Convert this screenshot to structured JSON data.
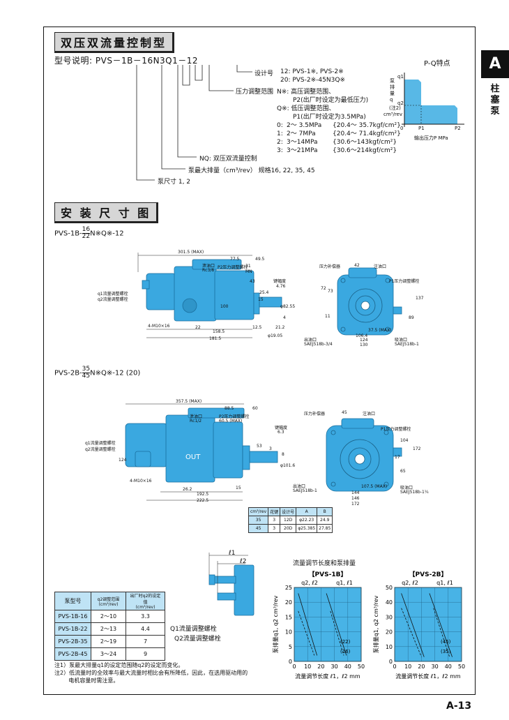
{
  "page": {
    "side_tab": "A",
    "side_label": "柱塞泵",
    "page_number": "A-13"
  },
  "section1": {
    "title": "双压双流量控制型",
    "model_prefix": "型号说明",
    "model_code": "PVS－1B－16N3Q1－12",
    "design_no_label": "设计号",
    "design_no_12": "12:  PVS-1※, PVS-2※",
    "design_no_20": "20:  PVS-2※-45N3Q※",
    "pressure_range_label": "压力调整范围",
    "n_line1": "N※:  高压调整范围、",
    "n_line2": "P2(出厂时设定为最低压力)",
    "q_line1": "Q※:  低压调整范围、",
    "q_line2": "P1(出厂时设定为3.5MPa)",
    "ranges": [
      {
        "code": "0:",
        "mpa": "2～  3.5MPa",
        "kgf": "{20.4～  35.7kgf/cm²}"
      },
      {
        "code": "1:",
        "mpa": "2～  7MPa",
        "kgf": "{20.4～  71.4kgf/cm²}"
      },
      {
        "code": "2:",
        "mpa": "3～14MPa",
        "kgf": "{30.6～143kgf/cm²}"
      },
      {
        "code": "3:",
        "mpa": "3～21MPa",
        "kgf": "{30.6～214kgf/cm²}"
      }
    ],
    "nq_label": "NQ:  双压双流量控制",
    "displacement_label": "泵最大排量（cm³/rev）  规格16, 22, 35, 45",
    "size_label": "泵尺寸    1, 2"
  },
  "pq_chart": {
    "title": "P-Q特点",
    "ylabel_lines": [
      "泵",
      "排",
      "量",
      "q"
    ],
    "y_note": "(注2)",
    "y_unit": "cm³/rev",
    "q1": "q1",
    "q2": "q2",
    "x0": "0",
    "p1": "P1",
    "p2": "P2",
    "xlabel": "输出压力P MPa"
  },
  "section2": {
    "title": "安 装 尺 寸 图"
  },
  "drawing1": {
    "model": "PVS-1B-",
    "frac_top": "16",
    "frac_bot": "22",
    "suffix": "N※Q※-12",
    "dims": [
      "301.5 (MAX)",
      "77.5",
      "49.5",
      "泄油口",
      "Rc3/8",
      "P2压力调整螺栓",
      "31",
      "MN",
      "43",
      "键幅度",
      "4.76",
      "25.4",
      "15",
      "100",
      "q1流量调整螺栓",
      "q2流量调整螺栓",
      "4-M10×16",
      "22",
      "158.5",
      "12.5",
      "181.5",
      "φ19.05",
      "21.2",
      "4",
      "φ82.55"
    ],
    "front_dims": [
      "压力补偿器",
      "42",
      "注油口",
      "P1压力调整螺栓",
      "72",
      "73",
      "137",
      "11",
      "89",
      "37.5 (MAX)",
      "106.4",
      "124",
      "130",
      "出油口",
      "SAEJ518b-3/4",
      "吸油口",
      "SAEJ518b-1"
    ]
  },
  "drawing2": {
    "model": "PVS-2B-",
    "frac_top": "35",
    "frac_bot": "45",
    "suffix": "N※Q※-12 (20)",
    "dims": [
      "357.5 (MAX)",
      "88.5",
      "60",
      "泄油口",
      "Rc1/2",
      "P2压力调整螺栓",
      "60.5 (MAX)",
      "键幅度",
      "6.3",
      "53",
      "3",
      "q1流量调整螺栓",
      "q2流量调整螺栓",
      "124",
      "4-M10×16",
      "26.2",
      "15",
      "192.5",
      "222.5",
      "φ101.6",
      "8"
    ],
    "front_dims": [
      "压力补偿器",
      "45",
      "注油口",
      "P1压力调整螺栓",
      "104",
      "172",
      "17",
      "65",
      "107.5 (MAX)",
      "144",
      "146",
      "172",
      "出油口",
      "SAEJ518b-1",
      "吸油口",
      "SAEJ518b-1¼"
    ],
    "out_label": "OUT"
  },
  "spline_table": {
    "headers": [
      "cm³/rev",
      "花键",
      "设计号",
      "A",
      "B"
    ],
    "rows": [
      [
        "35",
        "3",
        "12D",
        "φ22.23",
        "24.9"
      ],
      [
        "45",
        "3",
        "20D",
        "φ25.385",
        "27.85"
      ]
    ]
  },
  "adjust_detail": {
    "l1": "ℓ1",
    "l2": "ℓ2",
    "q1_bolt": "Q1流量调整螺栓",
    "q2_bolt": "Q2流量调整螺栓"
  },
  "q2_table": {
    "headers": [
      "泵型号",
      "q2调整范围\n(cm³/rev)",
      "出厂时q2的设定值\n(cm³/rev)"
    ],
    "rows": [
      [
        "PVS-1B-16",
        "2～10",
        "3.3"
      ],
      [
        "PVS-1B-22",
        "2～13",
        "4.4"
      ],
      [
        "PVS-2B-35",
        "2～19",
        "7"
      ],
      [
        "PVS-2B-45",
        "3～24",
        "9"
      ]
    ]
  },
  "notes": [
    "注1）泵最大排量q1的设定范围随q2的设定而变化。",
    "注2）低流量时的全效率与最大流量时相比会有所降低，因此，在选用驱动用的",
    "        电机容量时需注意。"
  ],
  "adjust_charts_title": "流量调节长度和泵排量",
  "chart_data": [
    {
      "type": "line",
      "title": "【PVS-1B】",
      "xlabel": "流量调节长度 ℓ1，ℓ2 mm",
      "ylabel": "泵排量q1, q2 cm³/rev",
      "xlim": [
        0,
        50
      ],
      "ylim": [
        0,
        25
      ],
      "xticks": [
        0,
        10,
        20,
        30,
        40,
        50
      ],
      "yticks": [
        0,
        5,
        10,
        15,
        20,
        25
      ],
      "grid": true,
      "top_labels": [
        "q2, ℓ2",
        "q1, ℓ1"
      ],
      "series": [
        {
          "name": "(22)",
          "group": "q2",
          "x": [
            3,
            17
          ],
          "y": [
            23,
            2
          ]
        },
        {
          "name": "(16)",
          "group": "q2",
          "x": [
            3,
            15
          ],
          "y": [
            17,
            2
          ]
        },
        {
          "name": "(22)",
          "group": "q1",
          "x": [
            24,
            39
          ],
          "y": [
            23,
            2
          ]
        },
        {
          "name": "(16)",
          "group": "q1",
          "x": [
            27,
            37
          ],
          "y": [
            17,
            2
          ]
        }
      ],
      "series_labels": [
        "(22)",
        "(16)"
      ]
    },
    {
      "type": "line",
      "title": "【PVS-2B】",
      "xlabel": "流量调节长度 ℓ1，ℓ2 mm",
      "ylabel": "泵排量q1, q2 cm³/rev",
      "xlim": [
        0,
        50
      ],
      "ylim": [
        0,
        50
      ],
      "xticks": [
        0,
        10,
        20,
        30,
        40,
        50
      ],
      "yticks": [
        0,
        10,
        20,
        30,
        40,
        50
      ],
      "grid": true,
      "top_labels": [
        "q2, ℓ2",
        "q1, ℓ1"
      ],
      "series": [
        {
          "name": "(45)",
          "group": "q2",
          "x": [
            5,
            22
          ],
          "y": [
            46,
            3
          ]
        },
        {
          "name": "(35)",
          "group": "q2",
          "x": [
            5,
            20
          ],
          "y": [
            36,
            3
          ]
        },
        {
          "name": "(45)",
          "group": "q1",
          "x": [
            26,
            43
          ],
          "y": [
            46,
            3
          ]
        },
        {
          "name": "(35)",
          "group": "q1",
          "x": [
            29,
            41
          ],
          "y": [
            36,
            3
          ]
        }
      ],
      "series_labels": [
        "(45)",
        "(35)"
      ]
    }
  ]
}
